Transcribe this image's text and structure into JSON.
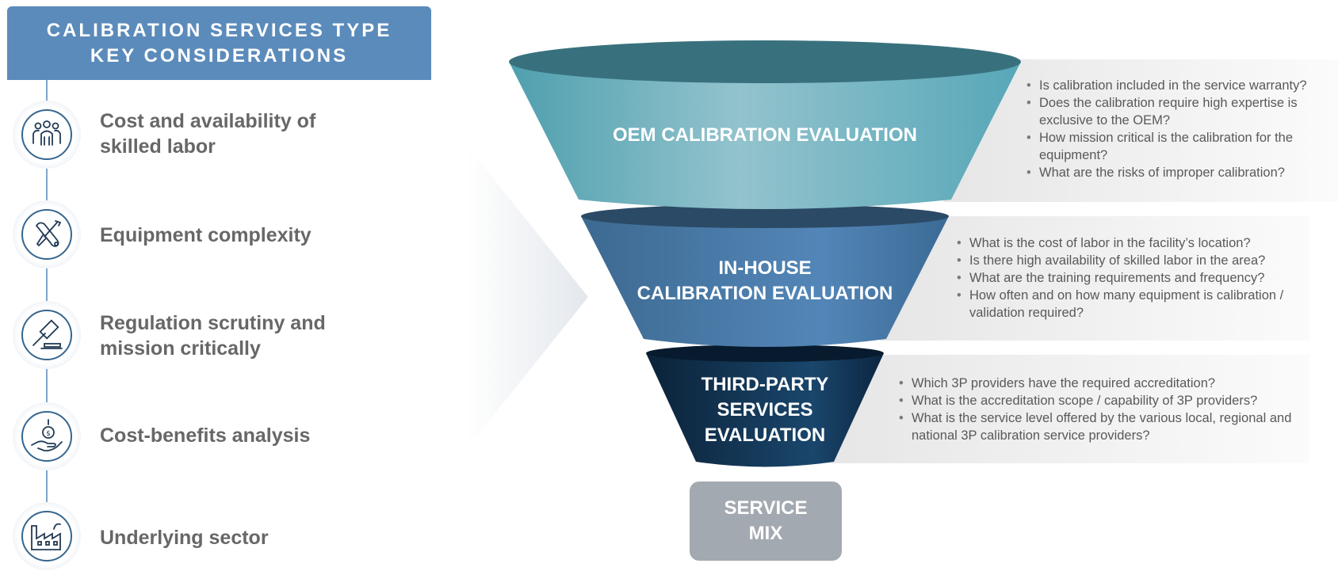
{
  "header": {
    "line1": "CALIBRATION SERVICES TYPE",
    "line2": "KEY CONSIDERATIONS"
  },
  "factors": [
    {
      "icon": "team-icon",
      "line1": "Cost and availability of",
      "line2": "skilled labor"
    },
    {
      "icon": "wrench-screwdriver-icon",
      "line1": "Equipment complexity",
      "line2": ""
    },
    {
      "icon": "gavel-icon",
      "line1": "Regulation scrutiny and",
      "line2": "mission critically"
    },
    {
      "icon": "hand-coin-icon",
      "line1": "Cost-benefits analysis",
      "line2": ""
    },
    {
      "icon": "factory-icon",
      "line1": "Underlying sector",
      "line2": ""
    }
  ],
  "funnel": {
    "oem": {
      "line1": "OEM CALIBRATION EVALUATION",
      "color": "#5aa6b5",
      "bullets": [
        "Is calibration included in the service warranty?",
        "Does the calibration require high expertise is exclusive to the OEM?",
        "How mission critical is the calibration for the equipment?",
        "What are the risks of improper calibration?"
      ]
    },
    "inhouse": {
      "line1": "IN-HOUSE",
      "line2": "CALIBRATION EVALUATION",
      "color": "#3e6e99",
      "bullets": [
        "What is the cost of labor in the facility’s location?",
        "Is there high availability of skilled labor in the area?",
        "What are the training requirements and frequency?",
        "How often and on how many equipment is calibration / validation required?"
      ]
    },
    "thirdparty": {
      "line1": "THIRD-PARTY",
      "line2": "SERVICES",
      "line3": "EVALUATION",
      "color": "#0e2a44",
      "bullets": [
        "Which 3P providers have the required accreditation?",
        "What is the accreditation scope / capability of 3P providers?",
        "What is the service level offered by the various local, regional and national 3P calibration service providers?"
      ]
    }
  },
  "mix": {
    "line1": "SERVICE",
    "line2": "MIX",
    "color": "#a3a9b0"
  }
}
